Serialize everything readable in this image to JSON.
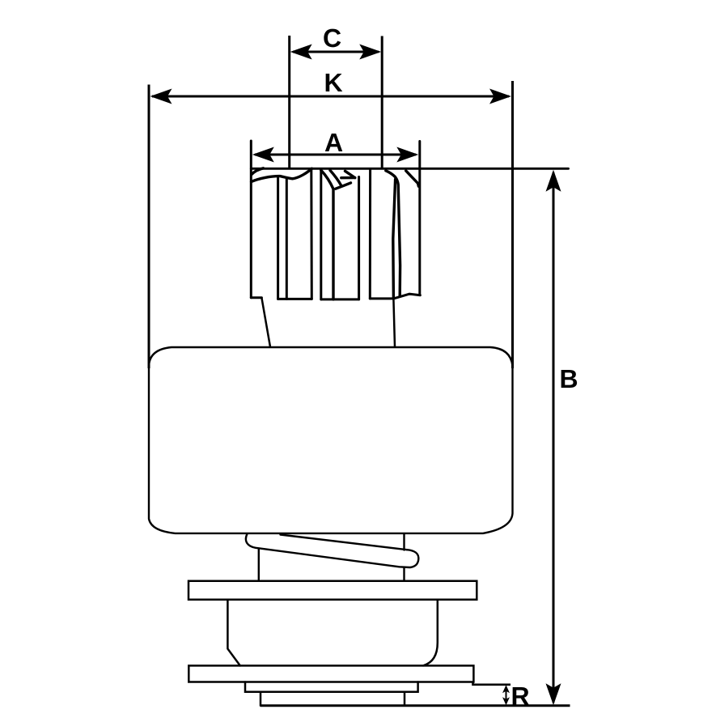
{
  "figure": {
    "type": "technical-line-drawing",
    "subject": "starter-motor drive pinion (bendix gear) side view with dimension callouts",
    "background_color": "#ffffff",
    "line_color": "#000000",
    "dimensions": {
      "c": {
        "label": "C",
        "orientation": "horizontal"
      },
      "k": {
        "label": "K",
        "orientation": "horizontal"
      },
      "a": {
        "label": "A",
        "orientation": "horizontal"
      },
      "b": {
        "label": "B",
        "orientation": "vertical"
      },
      "r": {
        "label": "R",
        "orientation": "vertical"
      }
    },
    "parts": [
      "pinion-gear",
      "neck",
      "clutch-housing",
      "helical-spline-shaft",
      "upper-flange",
      "drum",
      "lower-flange",
      "washer",
      "collar"
    ]
  }
}
